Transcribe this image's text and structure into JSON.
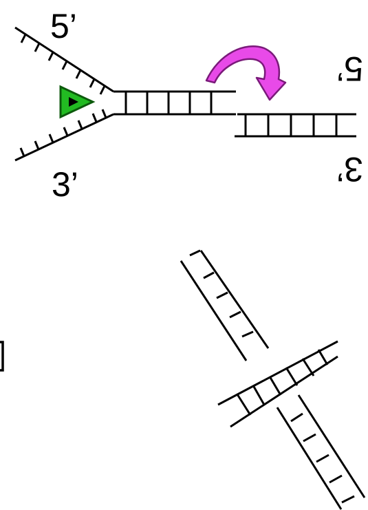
{
  "labels": {
    "top_left": "5’",
    "bottom_left": "3’",
    "top_right_flipped": "5’",
    "bottom_right_flipped": "3’"
  },
  "colors": {
    "ink": "#000000",
    "arrow_fill": "#e84ae8",
    "arrow_stroke": "#7a1a7a",
    "triangle_fill": "#22bb22",
    "triangle_stroke": "#0c5a0c"
  },
  "icons": {
    "flip_arrow": "curved-arrow-icon",
    "fork_marker": "triangle-icon"
  }
}
